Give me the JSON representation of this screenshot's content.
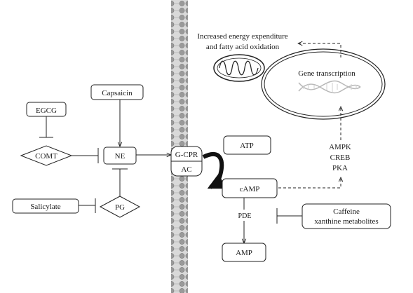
{
  "nodes": {
    "egcg": "EGCG",
    "capsaicin": "Capsaicin",
    "comt": "COMT",
    "ne": "NE",
    "salicylate": "Salicylate",
    "pg": "PG",
    "gcpr": "G-CPR",
    "ac": "AC",
    "atp": "ATP",
    "camp": "cAMP",
    "pde": "PDE",
    "amp": "AMP",
    "caffeine_line1": "Caffeine",
    "caffeine_line2": "xanthine metabolites",
    "ampk": "AMPK",
    "creb": "CREB",
    "pka": "PKA",
    "gene_transcription": "Gene transcription",
    "energy_line1": "Increased energy expenditure",
    "energy_line2": "and fatty acid oxidation"
  }
}
